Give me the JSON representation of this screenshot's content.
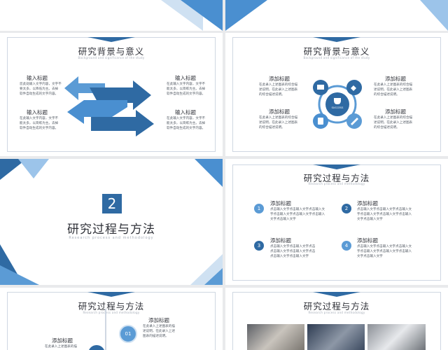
{
  "slides": {
    "s1": {
      "title": "研究背景与意义",
      "subtitle": "Background and significance of the study",
      "left": [
        {
          "heading": "输入标题",
          "lines": [
            "您此处输入文字内容，文字不",
            "要太多，以降低为主。去掉",
            "软件自动生成的文字内容。"
          ]
        },
        {
          "heading": "输入标题",
          "lines": [
            "在此输入文字内容，文字不",
            "能太多，以简练为主。去掉",
            "软件自动生成的文字内容。"
          ]
        }
      ],
      "right": [
        {
          "heading": "输入标题",
          "lines": [
            "在此输入文字内容，文字不",
            "能太多，以简练为主。去掉",
            "软件自动生成的文字内容。"
          ]
        },
        {
          "heading": "输入标题",
          "lines": [
            "在此输入文字内容，文字不",
            "能太多，以简练为主。去掉",
            "软件自动生成的文字内容。"
          ]
        }
      ]
    },
    "s2": {
      "title": "研究背景与意义",
      "subtitle": "Background and significance of the study",
      "center_label": "SUCCESS",
      "left": [
        {
          "heading": "添加标题",
          "lines": [
            "在此录入上述图表的综合描",
            "述说明，在此录入上述图表",
            "的综合描述说明。"
          ]
        },
        {
          "heading": "添加标题",
          "lines": [
            "在此录入上述图表的综合描",
            "述说明，在此录入上述图表",
            "的综合描述说明。"
          ]
        }
      ],
      "right": [
        {
          "heading": "添加标题",
          "lines": [
            "在此录入上述图表的综合描",
            "述说明，在此录入上述图表",
            "的综合描述说明。"
          ]
        },
        {
          "heading": "添加标题",
          "lines": [
            "在此录入上述图表的综合描",
            "述说明，在此录入上述图表",
            "的综合描述说明。"
          ]
        }
      ]
    },
    "s3": {
      "number": "2",
      "title": "研究过程与方法",
      "subtitle": "Research process and methodology"
    },
    "s4": {
      "title": "研究过程与方法",
      "subtitle": "Research process and methodology",
      "items": [
        {
          "num": "1",
          "heading": "添加标题",
          "lines": [
            "点击输入文字点击输入文字点击输入文",
            "字点击输入文字点击输入文字点击输入",
            "文字点击输入文字"
          ]
        },
        {
          "num": "2",
          "heading": "添加标题",
          "lines": [
            "点击输入文字点击输入文字点击输入文",
            "字点击输入文字点击输入文字点击输入",
            "文字点击输入文字"
          ]
        },
        {
          "num": "3",
          "heading": "添加标题",
          "lines": [
            "点击输入文字点击输入文字点击",
            "点击输入文字点击输入文字点击",
            "点击输入文字点击输入文字"
          ]
        },
        {
          "num": "4",
          "heading": "添加标题",
          "lines": [
            "点击输入文字点击输入文字点击输入文",
            "字点击输入文字点击输入文字点击输入",
            "文字点击输入文字"
          ]
        }
      ]
    },
    "s5": {
      "title": "研究过程与方法",
      "subtitle": "Research process and methodology",
      "item1": {
        "num": "01",
        "heading": "添加标题",
        "lines": [
          "在此录入上述图表的描",
          "述说明，在此录入上述",
          "图表的描述说明。"
        ]
      },
      "item2": {
        "heading": "添加标题",
        "lines": [
          "在此录入上述图表的描"
        ]
      }
    },
    "s6": {
      "title": "研究过程与方法",
      "subtitle": "Research process and methodology"
    }
  }
}
